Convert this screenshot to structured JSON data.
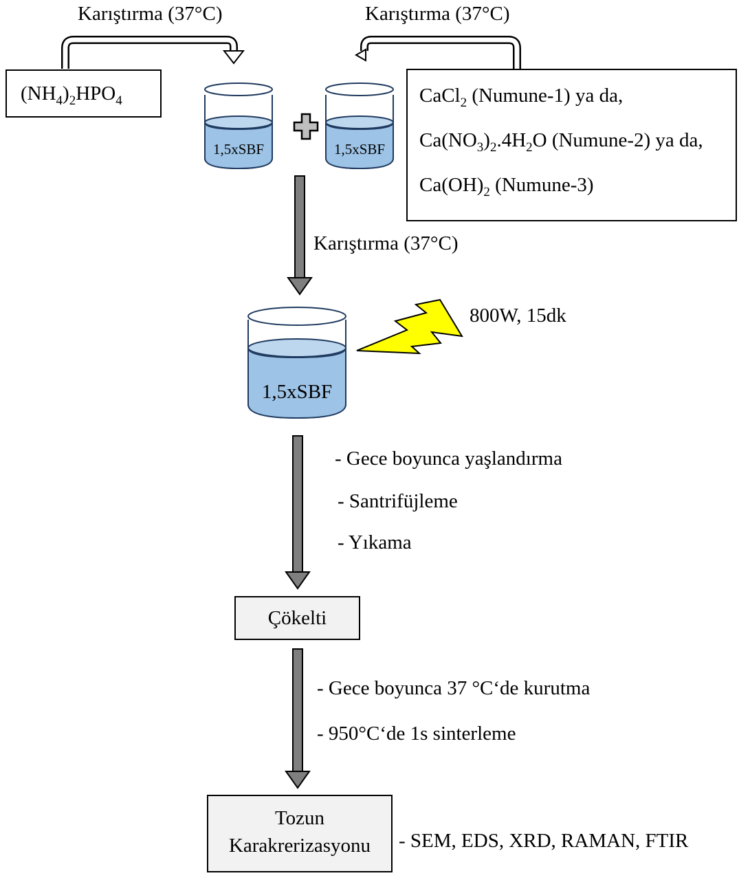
{
  "top_left_arrow_label": "Karıştırma (37°C)",
  "top_right_arrow_label": "Karıştırma (37°C)",
  "left_reagent": {
    "main": "(NH",
    "sub1": "4",
    "mid": ")",
    "sub2": "2",
    "tail": "HPO",
    "sub3": "4"
  },
  "small_beaker_left_label": "1,5xSBF",
  "small_beaker_right_label": "1,5xSBF",
  "right_reagents": [
    {
      "a": "CaCl",
      "s1": "2",
      "b": " (Numune-1) ya da,",
      "s2": "",
      "c": ""
    },
    {
      "a": "Ca(NO",
      "s1": "3",
      "b": ")",
      "s2": "2",
      "c": ".4H",
      "s3": "2",
      "d": "O (Numune-2) ya da,"
    },
    {
      "a": "Ca(OH)",
      "s1": "2",
      "b": " (Numune-3)"
    }
  ],
  "mix_label": "Karıştırma (37°C)",
  "big_beaker_label": "1,5xSBF",
  "microwave_label": "800W, 15dk",
  "step2_items": [
    "- Gece boyunca yaşlandırma",
    "- Santrifüjleme",
    "- Yıkama"
  ],
  "precipitate_label": "Çökelti",
  "step3_items": [
    "- Gece boyunca 37 °C‘de kurutma",
    "- 950°C‘de 1s sinterleme"
  ],
  "final_box_lines": [
    "Tozun",
    "Karakrerizasyonu"
  ],
  "final_methods": "- SEM, EDS, XRD, RAMAN, FTIR",
  "colors": {
    "liquid": "#9dc3e6",
    "liquid_top": "#bdd7ee",
    "arrow_fill": "#7f7f7f",
    "bolt": "#ffff00",
    "box_fill": "#f2f2f2"
  }
}
